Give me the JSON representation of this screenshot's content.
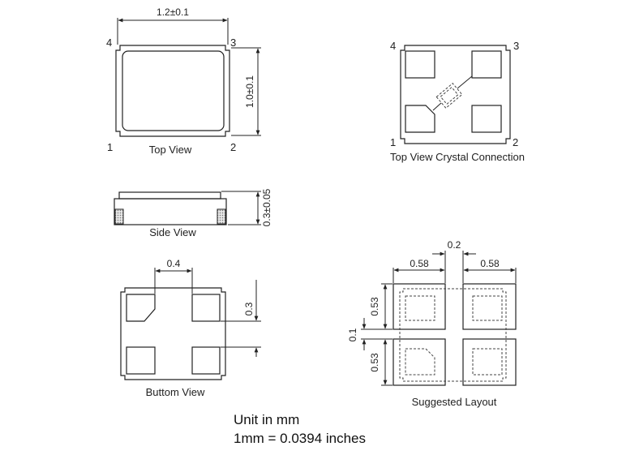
{
  "views": {
    "top": {
      "label": "Top View",
      "width_dim": "1.2±0.1",
      "height_dim": "1.0±0.1",
      "pins": [
        "1",
        "2",
        "3",
        "4"
      ]
    },
    "crystal": {
      "label": "Top View Crystal Connection",
      "pins": [
        "1",
        "2",
        "3",
        "4"
      ]
    },
    "side": {
      "label": "Side View",
      "height_dim": "0.3±0.05"
    },
    "bottom": {
      "label": "Buttom View",
      "pad_pitch_dim": "0.4",
      "pad_gap_dim": "0.3"
    },
    "layout": {
      "label": "Suggested Layout",
      "gap_dim": "0.2",
      "pad_w_left": "0.58",
      "pad_w_right": "0.58",
      "pad_h_top": "0.53",
      "pad_h_bottom": "0.53",
      "row_gap_dim": "0.1"
    }
  },
  "units": {
    "line1": "Unit in mm",
    "line2": "1mm = 0.0394 inches"
  }
}
